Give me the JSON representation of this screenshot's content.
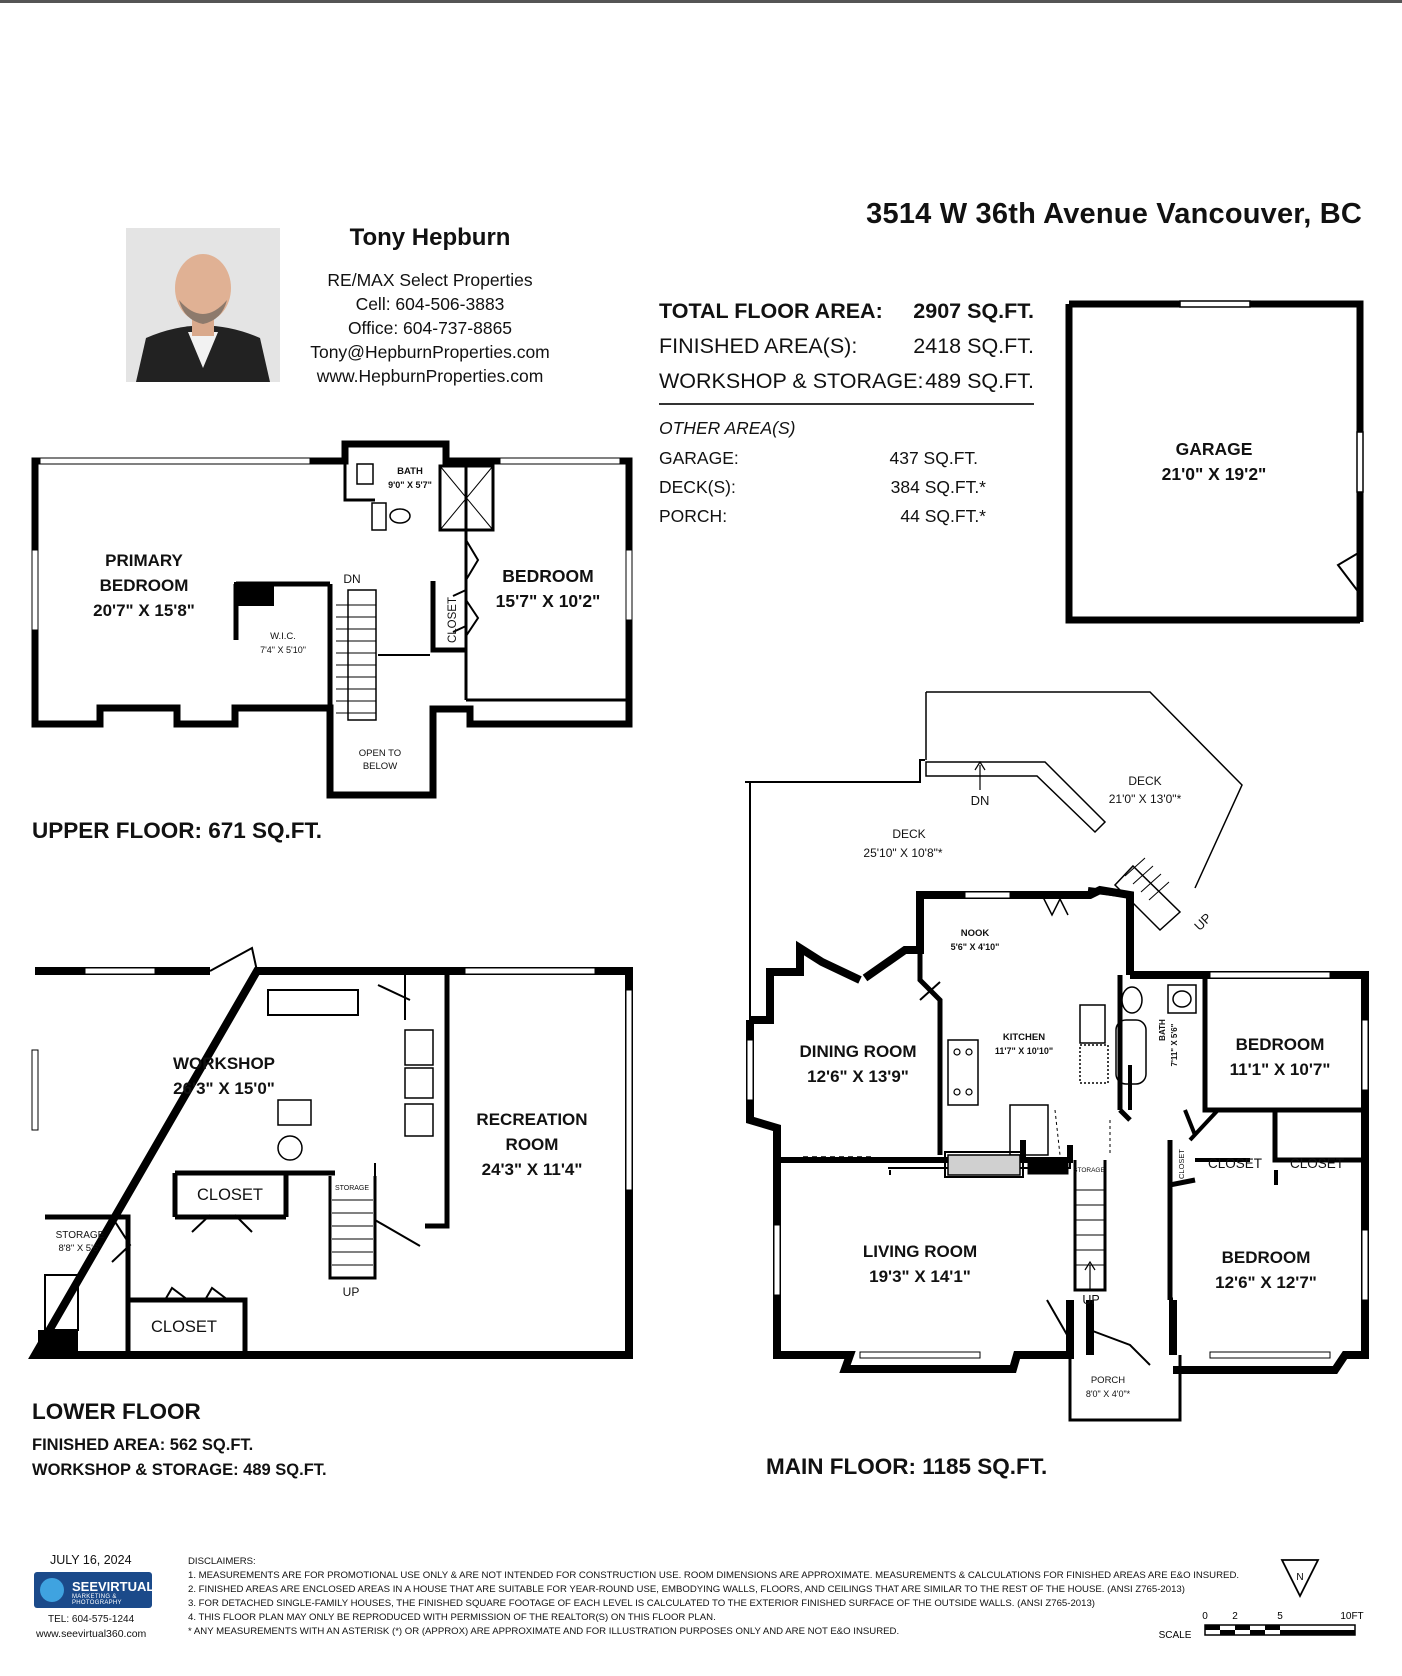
{
  "agent": {
    "name": "Tony Hepburn",
    "company": "RE/MAX Select Properties",
    "cell": "Cell: 604-506-3883",
    "office": "Office: 604-737-8865",
    "email": "Tony@HepburnProperties.com",
    "website": "www.HepburnProperties.com"
  },
  "address": "3514 W 36th Avenue Vancouver, BC",
  "areas": {
    "total": {
      "label": "TOTAL FLOOR AREA:",
      "value": "2907 SQ.FT."
    },
    "finished": {
      "label": "FINISHED AREA(S):",
      "value": "2418 SQ.FT."
    },
    "workshop": {
      "label": "WORKSHOP & STORAGE:",
      "value": "489 SQ.FT."
    }
  },
  "other_areas": {
    "title": "OTHER AREA(S)",
    "garage": {
      "label": "GARAGE:",
      "value": "437 SQ.FT."
    },
    "deck": {
      "label": "DECK(S):",
      "value": "384 SQ.FT.*"
    },
    "porch": {
      "label": "PORCH:",
      "value": "44 SQ.FT.*"
    }
  },
  "floors": {
    "upper": "UPPER FLOOR: 671 SQ.FT.",
    "lower": "LOWER FLOOR",
    "lower_finished": "FINISHED AREA: 562 SQ.FT.",
    "lower_workshop": "WORKSHOP & STORAGE: 489 SQ.FT.",
    "main": "MAIN FLOOR: 1185 SQ.FT."
  },
  "rooms": {
    "garage": {
      "name": "GARAGE",
      "dim": "21'0\" X 19'2\""
    },
    "primary": {
      "l1": "PRIMARY",
      "l2": "BEDROOM",
      "dim": "20'7\" X 15'8\""
    },
    "bath_up": {
      "name": "BATH",
      "dim": "9'0\" X 5'7\""
    },
    "bed_up": {
      "name": "BEDROOM",
      "dim": "15'7\" X 10'2\""
    },
    "wic": {
      "name": "W.I.C.",
      "dim": "7'4\" X 5'10\""
    },
    "closet_up": "CLOSET",
    "dn_up": "DN",
    "open_below": {
      "l1": "OPEN TO",
      "l2": "BELOW"
    },
    "workshop": {
      "name": "WORKSHOP",
      "dim": "26'3\" X 15'0\""
    },
    "recreation": {
      "l1": "RECREATION",
      "l2": "ROOM",
      "dim": "24'3\" X 11'4\""
    },
    "closet_low1": "CLOSET",
    "closet_low2": "CLOSET",
    "storage_low": {
      "name": "STORAGE",
      "dim": "8'8\" X 5'6\""
    },
    "storage_small": "STORAGE",
    "up_low": "UP",
    "deck1": {
      "name": "DECK",
      "dim": "25'10\" X 10'8\"*"
    },
    "deck2": {
      "name": "DECK",
      "dim": "21'0\" X 13'0\"*"
    },
    "dn_main": "DN",
    "up_deck": "UP",
    "nook": {
      "name": "NOOK",
      "dim": "5'6\" X 4'10\""
    },
    "kitchen": {
      "name": "KITCHEN",
      "dim": "11'7\" X 10'10\""
    },
    "dining": {
      "name": "DINING ROOM",
      "dim": "12'6\" X 13'9\""
    },
    "living": {
      "name": "LIVING ROOM",
      "dim": "19'3\" X 14'1\""
    },
    "bath_main": {
      "name": "BATH",
      "dim": "7'11\" X 5'6\""
    },
    "bed_main1": {
      "name": "BEDROOM",
      "dim": "11'1\" X 10'7\""
    },
    "bed_main2": {
      "name": "BEDROOM",
      "dim": "12'6\" X 12'7\""
    },
    "closet_m1": "CLOSET",
    "closet_m2": "CLOSET",
    "closet_m3": "CLOSET",
    "storage_main": "STORAGE",
    "up_main": "UP",
    "porch": {
      "name": "PORCH",
      "dim": "8'0\" X 4'0\"*"
    }
  },
  "footer": {
    "date": "JULY 16, 2024",
    "logo": "SEEVIRTUAL",
    "logo_sub": "MARKETING & PHOTOGRAPHY",
    "tel": "TEL: 604-575-1244",
    "web": "www.seevirtual360.com",
    "disclaimer_title": "DISCLAIMERS:",
    "d1": "1. MEASUREMENTS ARE FOR PROMOTIONAL USE ONLY & ARE NOT INTENDED FOR CONSTRUCTION USE. ROOM DIMENSIONS ARE APPROXIMATE. MEASUREMENTS & CALCULATIONS FOR FINISHED AREAS ARE E&O INSURED.",
    "d2": "2. FINISHED AREAS ARE ENCLOSED AREAS IN A HOUSE THAT ARE SUITABLE FOR YEAR-ROUND USE, EMBODYING WALLS, FLOORS, AND CEILINGS THAT ARE SIMILAR TO THE REST OF THE HOUSE. (ANSI Z765-2013)",
    "d3": "3. FOR DETACHED SINGLE-FAMILY HOUSES, THE FINISHED SQUARE FOOTAGE OF EACH LEVEL IS CALCULATED TO THE EXTERIOR FINISHED SURFACE OF THE OUTSIDE WALLS. (ANSI Z765-2013)",
    "d4": "4. THIS FLOOR PLAN MAY ONLY BE REPRODUCED WITH PERMISSION OF THE REALTOR(S) ON THIS FLOOR PLAN.",
    "d5": "* ANY MEASUREMENTS WITH AN ASTERISK (*) OR (APPROX) ARE APPROXIMATE AND FOR ILLUSTRATION PURPOSES ONLY AND ARE NOT E&O INSURED.",
    "north": "N",
    "scale_label": "SCALE",
    "scale_0": "0",
    "scale_2": "2",
    "scale_5": "5",
    "scale_10": "10FT"
  }
}
